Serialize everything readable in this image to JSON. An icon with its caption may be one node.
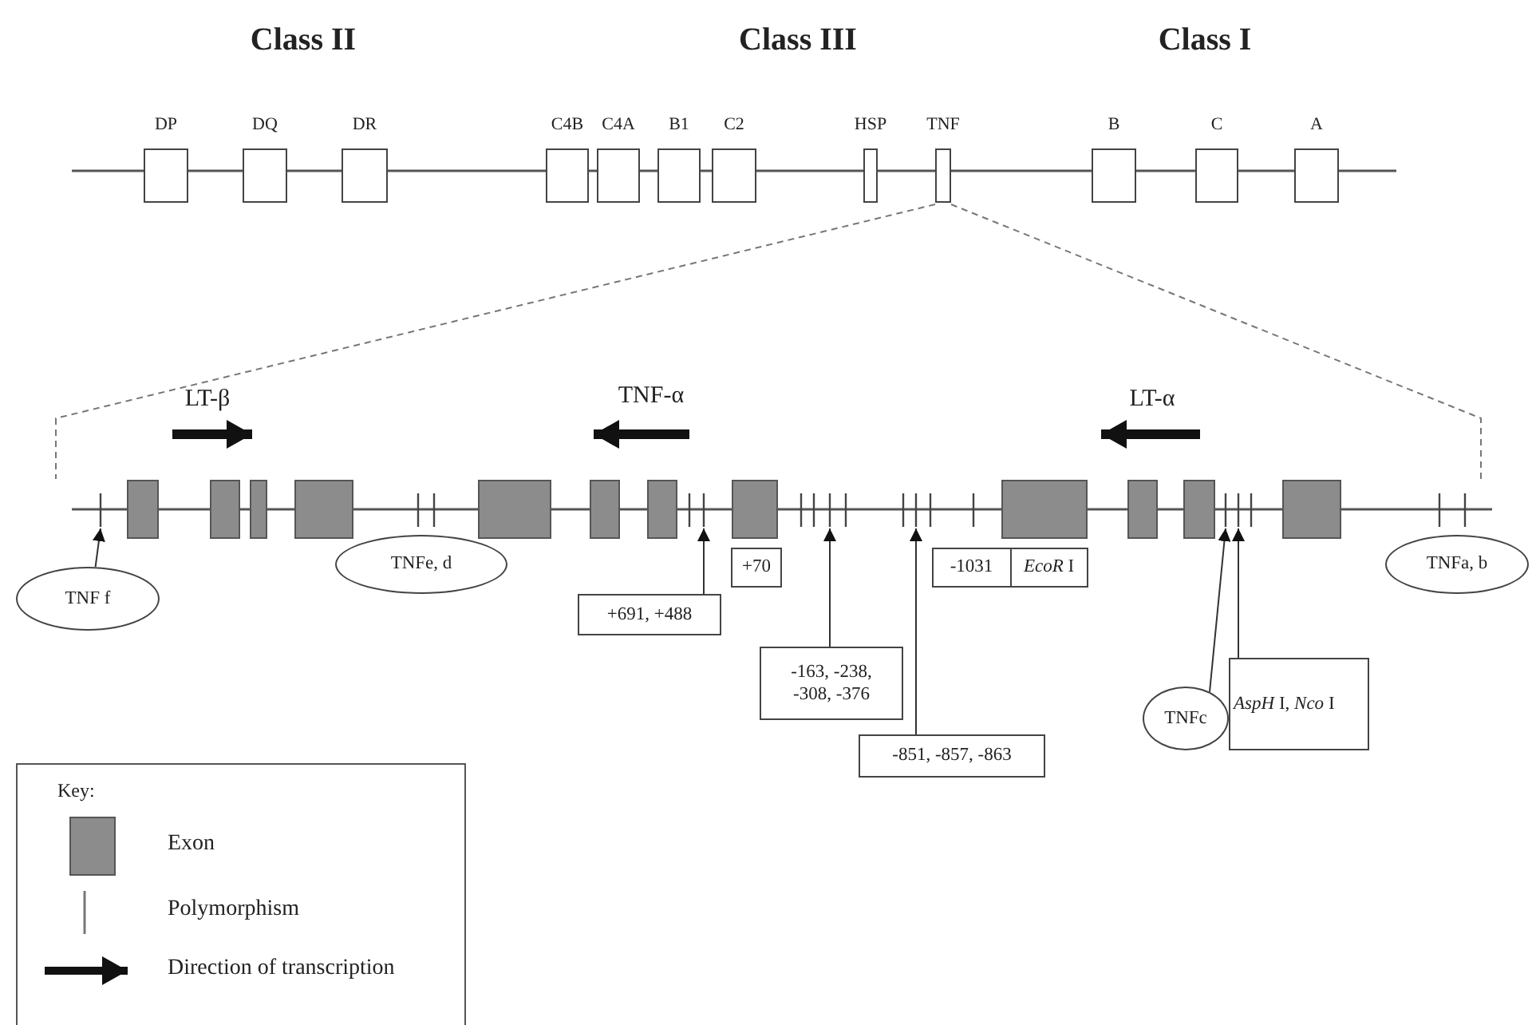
{
  "diagram": {
    "nodes": [
      {
        "text": [
          "DP"
        ]
      },
      {
        "text": [
          "DQ"
        ]
      },
      {
        "text": [
          "DR"
        ]
      },
      {
        "text": [
          "C4B"
        ]
      },
      {
        "text": [
          "C4A"
        ]
      },
      {
        "text": [
          "B1"
        ]
      },
      {
        "text": [
          "C2"
        ]
      },
      {
        "text": [
          "HSP"
        ]
      },
      {
        "text": [
          "TNF"
        ]
      },
      {
        "text": [
          "B"
        ]
      },
      {
        "text": [
          "C"
        ]
      },
      {
        "text": [
          "A"
        ]
      },
      {
        "text": [
          "TNF f"
        ]
      },
      {
        "text": [
          "TNFe, d"
        ]
      },
      {
        "text": [
          "+691, +488"
        ]
      },
      {
        "text": [
          "+70"
        ]
      },
      {
        "text": [
          "-163, -238, -308, -376"
        ]
      },
      {
        "text": [
          "-1031",
          "*EcoR* I"
        ]
      },
      {
        "text": [
          "TNFc"
        ]
      },
      {
        "text": [
          "*AspH* I, *Nco* I"
        ]
      },
      {
        "text": [
          "-851, -857, -863"
        ]
      },
      {
        "text": [
          "TNFa, b"
        ]
      },
      {
        "text": [],
        "shape": "bar"
      },
      {
        "text": [],
        "shape": "bar"
      },
      {
        "text": [],
        "shape": "bar"
      },
      {
        "text": [],
        "shape": "bar"
      },
      {
        "text": [],
        "shape": "bar"
      },
      {
        "text": [],
        "shape": "bar"
      }
    ],
    "edges": [
      {
        "from": 12,
        "to": 22,
        "arrow": "to"
      },
      {
        "from": 14,
        "to": 23,
        "arrow": "to"
      },
      {
        "from": 16,
        "to": 24,
        "arrow": "to"
      },
      {
        "from": 20,
        "to": 25,
        "arrow": "to"
      },
      {
        "from": 18,
        "to": 26,
        "arrow": "to"
      },
      {
        "from": 19,
        "to": 27,
        "arrow": "to"
      }
    ],
    "labels": [
      "Class II",
      "Class III",
      "Class I",
      "LT-β",
      "TNF-α",
      "LT-α",
      "Key:"
    ],
    "legend": [
      {
        "text": "Exon"
      },
      {
        "text": "Polymorphism"
      },
      {
        "text": "Direction of transcription"
      }
    ]
  }
}
